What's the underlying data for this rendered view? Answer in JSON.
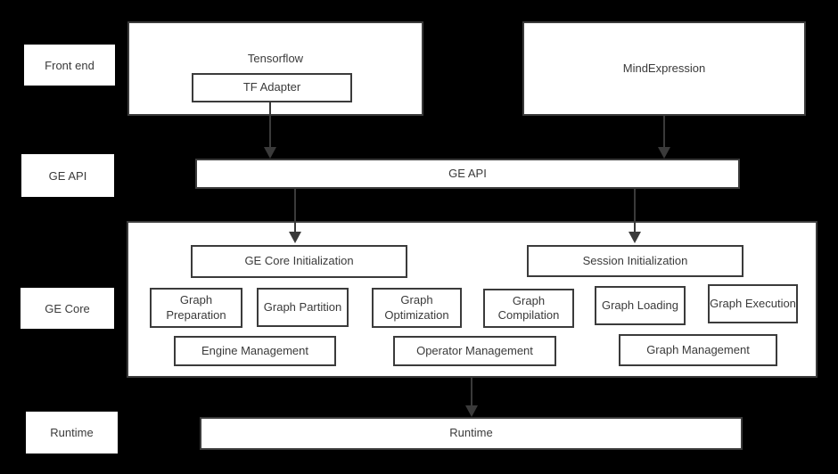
{
  "palette": {
    "background": "#000000",
    "box_fill": "#ffffff",
    "border": "#3b3b3b",
    "text": "#3a3a3a",
    "arrow": "#3a3a3a"
  },
  "row_labels": {
    "front_end": "Front end",
    "ge_api": "GE API",
    "ge_core": "GE Core",
    "runtime": "Runtime"
  },
  "front_end": {
    "tensorflow": "Tensorflow",
    "tf_adapter": "TF Adapter",
    "mind_expression": "MindExpression"
  },
  "ge_api": {
    "bar": "GE API"
  },
  "ge_core": {
    "core_init": "GE Core Initialization",
    "session_init": "Session Initialization",
    "modules": [
      "Graph Preparation",
      "Graph Partition",
      "Graph Optimization",
      "Graph Compilation",
      "Graph Loading",
      "Graph Execution"
    ],
    "management": [
      "Engine Management",
      "Operator Management",
      "Graph Management"
    ]
  },
  "runtime": {
    "bar": "Runtime"
  }
}
